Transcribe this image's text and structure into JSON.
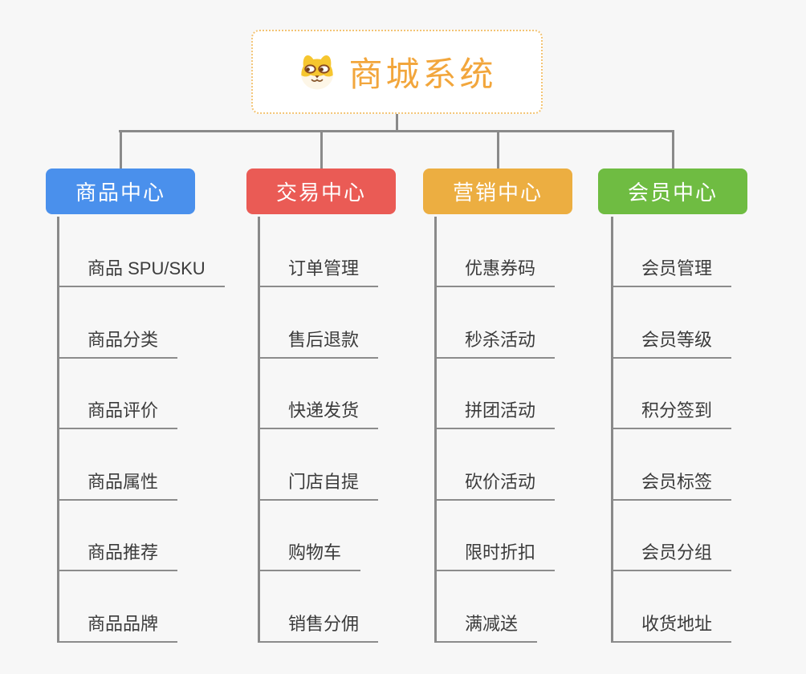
{
  "root": {
    "title": "商城系统",
    "icon": "shiba-dog-icon",
    "title_color": "#f2a63c",
    "border_color": "#f3c475"
  },
  "connector_color": "#8a8a8a",
  "categories": [
    {
      "label": "商品中心",
      "color": "#4a90ec",
      "items": [
        "商品 SPU/SKU",
        "商品分类",
        "商品评价",
        "商品属性",
        "商品推荐",
        "商品品牌"
      ]
    },
    {
      "label": "交易中心",
      "color": "#ea5b55",
      "items": [
        "订单管理",
        "售后退款",
        "快递发货",
        "门店自提",
        "购物车",
        "销售分佣"
      ]
    },
    {
      "label": "营销中心",
      "color": "#ecae41",
      "items": [
        "优惠券码",
        "秒杀活动",
        "拼团活动",
        "砍价活动",
        "限时折扣",
        "满减送"
      ]
    },
    {
      "label": "会员中心",
      "color": "#6fbc42",
      "items": [
        "会员管理",
        "会员等级",
        "积分签到",
        "会员标签",
        "会员分组",
        "收货地址"
      ]
    }
  ]
}
